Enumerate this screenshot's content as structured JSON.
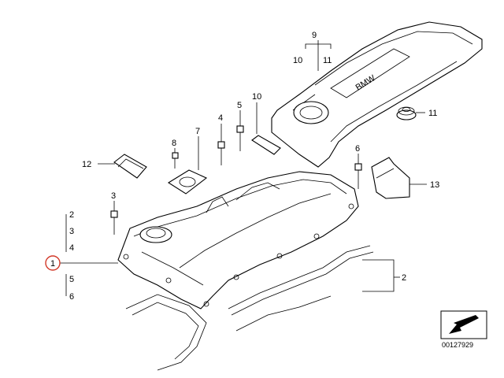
{
  "callouts": {
    "c1": "1",
    "c2a": "2",
    "c2b": "2",
    "c3a": "3",
    "c3b": "3",
    "c4a": "4",
    "c4b": "4",
    "c5a": "5",
    "c5b": "5",
    "c6a": "6",
    "c6b": "6",
    "c7": "7",
    "c8": "8",
    "c9": "9",
    "c10a": "10",
    "c10b": "10",
    "c11a": "11",
    "c11b": "11",
    "c12": "12",
    "c13": "13"
  },
  "cover_logo": "BMW",
  "reference_number": "00127929",
  "colors": {
    "highlight_ring": "#d23a2a",
    "line": "#000000"
  }
}
